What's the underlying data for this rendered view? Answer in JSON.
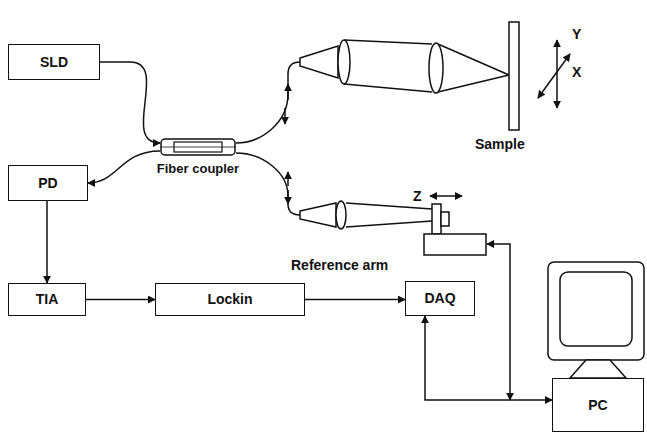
{
  "diagram": {
    "nodes": [
      {
        "text": [
          "SLD"
        ]
      },
      {
        "text": [
          "Fiber coupler"
        ]
      },
      {
        "text": [
          "PD"
        ]
      },
      {
        "text": [
          "TIA"
        ]
      },
      {
        "text": [
          "Lockin"
        ]
      },
      {
        "text": [
          "DAQ"
        ]
      },
      {
        "text": [
          "PC"
        ]
      }
    ],
    "edges": [
      {
        "from": 0,
        "to": 1,
        "arrow": "to"
      },
      {
        "from": 1,
        "to": 2,
        "arrow": "to"
      },
      {
        "from": 2,
        "to": 3,
        "arrow": "to"
      },
      {
        "from": 3,
        "to": 4,
        "arrow": "to"
      },
      {
        "from": 4,
        "to": 5,
        "arrow": "to"
      },
      {
        "from": 5,
        "to": 6,
        "arrow": "both"
      }
    ],
    "labels": [
      "Sample",
      "Reference arm",
      "X",
      "Y",
      "Z"
    ]
  }
}
